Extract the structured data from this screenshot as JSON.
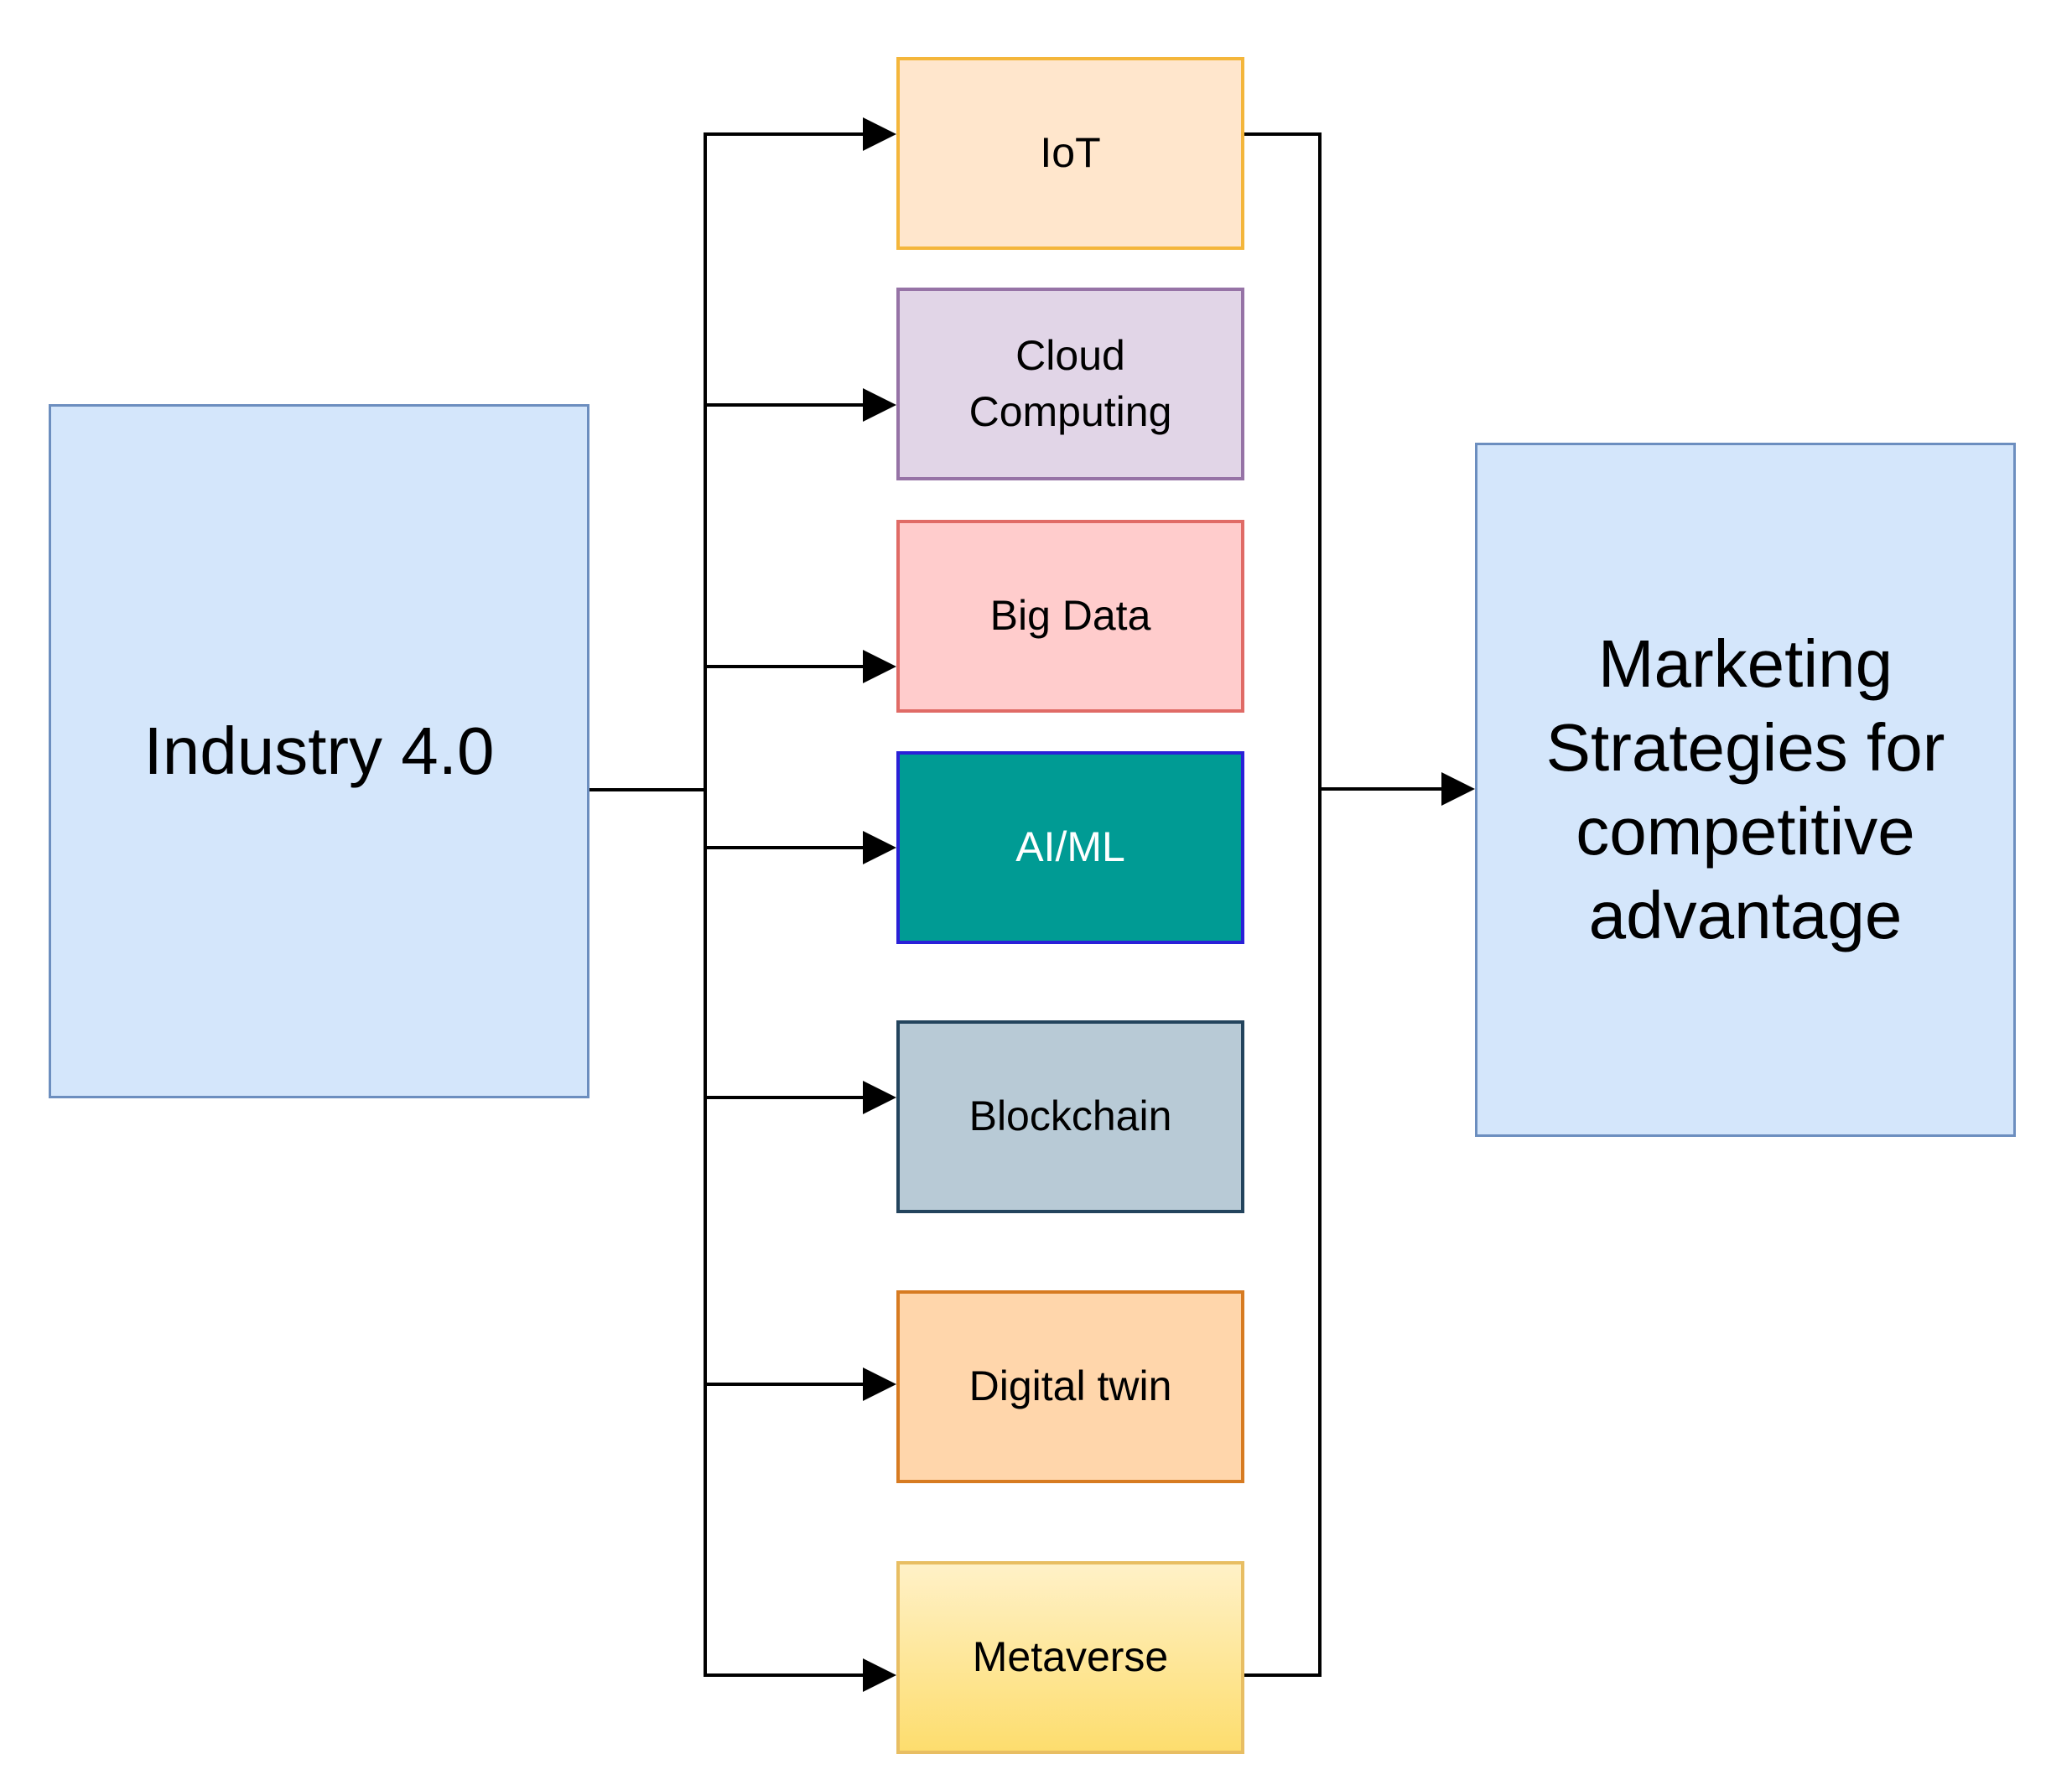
{
  "diagram": {
    "source": {
      "label": "Industry 4.0"
    },
    "technologies": [
      {
        "label": "IoT"
      },
      {
        "label": "Cloud\nComputing"
      },
      {
        "label": "Big Data"
      },
      {
        "label": "AI/ML"
      },
      {
        "label": "Blockchain"
      },
      {
        "label": "Digital twin"
      },
      {
        "label": "Metaverse"
      }
    ],
    "target": {
      "label": "Marketing\nStrategies for\ncompetitive\nadvantage"
    }
  },
  "colors": {
    "big_box_fill": "#d4e6fb",
    "big_box_border": "#6c8ebf",
    "iot_fill": "#ffe6cc",
    "cloud_fill": "#e1d5e7",
    "bigdata_fill": "#ffcccc",
    "aiml_fill": "#009b94",
    "blockchain_fill": "#b8cad6",
    "digitaltwin_fill": "#ffd6ab",
    "metaverse_fill": "#fddd6e",
    "connector": "#000000"
  }
}
